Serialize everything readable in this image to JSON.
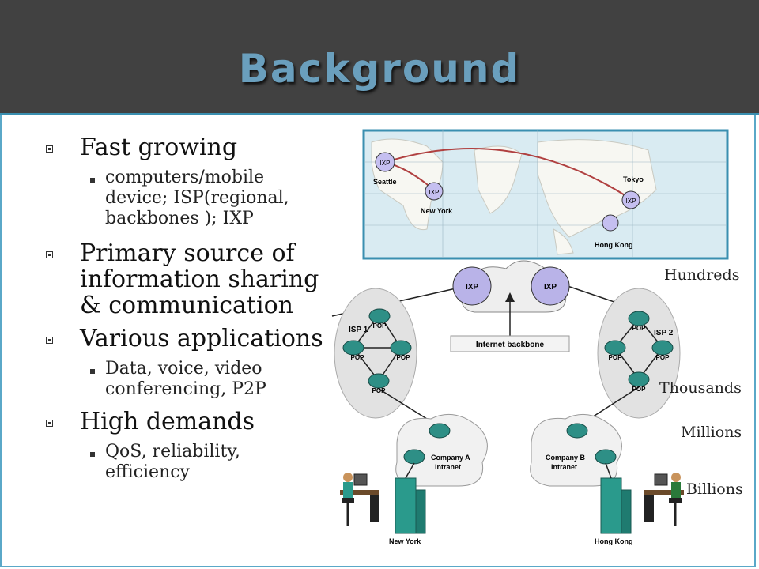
{
  "slide": {
    "title": "Background"
  },
  "bullets": [
    {
      "text": "Fast growing",
      "sub": [
        "computers/mobile",
        "device; ISP(regional,",
        "backbones ); IXP"
      ]
    },
    {
      "lines": [
        "Primary source of",
        "information sharing",
        "& communication"
      ]
    },
    {
      "text": "Various applications",
      "sub": [
        "Data, voice, video",
        "conferencing, P2P"
      ]
    },
    {
      "text": "High demands",
      "sub": [
        "QoS, reliability,",
        "efficiency"
      ]
    }
  ],
  "scale_labels": [
    "Hundreds",
    "Thousands",
    "Millions",
    "Billions"
  ],
  "map": {
    "seattle": "Seattle",
    "new_york": "New York",
    "tokyo": "Tokyo",
    "hong_kong": "Hong Kong",
    "ixp": "IXP"
  },
  "diagram": {
    "ixp": "IXP",
    "isp1": "ISP 1",
    "isp2": "ISP 2",
    "pop": "POP",
    "backbone": "Internet backbone",
    "company_a": [
      "Company A",
      "intranet"
    ],
    "company_b": [
      "Company B",
      "intranet"
    ],
    "city_left": "New York",
    "city_right": "Hong Kong"
  },
  "colors": {
    "header": "#414141",
    "accent": "#3a8fb0",
    "title": "#6a9fbd",
    "ixp": "#b9b3e8",
    "router": "#2e8f86"
  }
}
